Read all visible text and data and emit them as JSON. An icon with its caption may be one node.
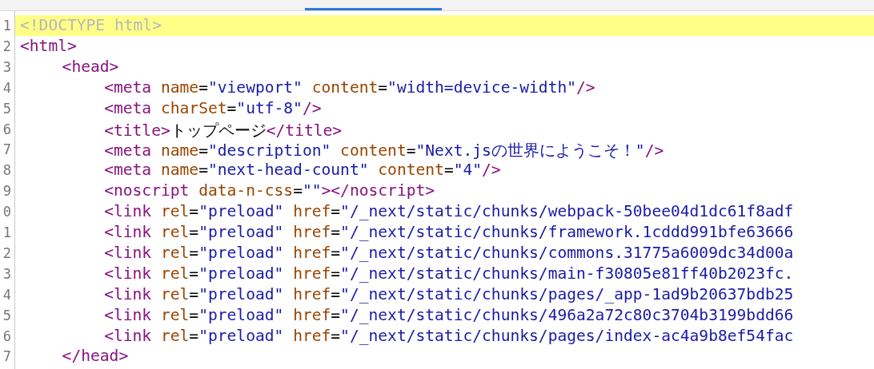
{
  "diagram": {
    "labels": [
      "1",
      "<!DOCTYPE html>",
      "2",
      "<html>",
      "3",
      "<head>",
      "4",
      "<meta name=\"viewport\" content=\"width=device-width\"/>",
      "5",
      "<meta charSet=\"utf-8\"/>",
      "6",
      "<title>トップページ</title>",
      "7",
      "<meta name=\"description\" content=\"Next.jsの世界にようこそ！\"/>",
      "8",
      "<meta name=\"next-head-count\" content=\"4\"/>",
      "9",
      "<noscript data-n-css=\"\"></noscript>",
      "0",
      "<link rel=\"preload\" href=\"/_next/static/chunks/webpack-50bee04d1dc61f8adf",
      "1",
      "<link rel=\"preload\" href=\"/_next/static/chunks/framework.1cddd991bfe63666",
      "2",
      "<link rel=\"preload\" href=\"/_next/static/chunks/commons.31775a6009dc34d00a",
      "3",
      "<link rel=\"preload\" href=\"/_next/static/chunks/main-f30805e81ff40b2023fc.",
      "4",
      "<link rel=\"preload\" href=\"/_next/static/chunks/pages/_app-1ad9b20637bdb25",
      "5",
      "<link rel=\"preload\" href=\"/_next/static/chunks/496a2a72c80c3704b3199bdd66",
      "6",
      "<link rel=\"preload\" href=\"/_next/static/chunks/pages/index-ac4a9b8ef54fac",
      "7",
      "</head>"
    ]
  }
}
